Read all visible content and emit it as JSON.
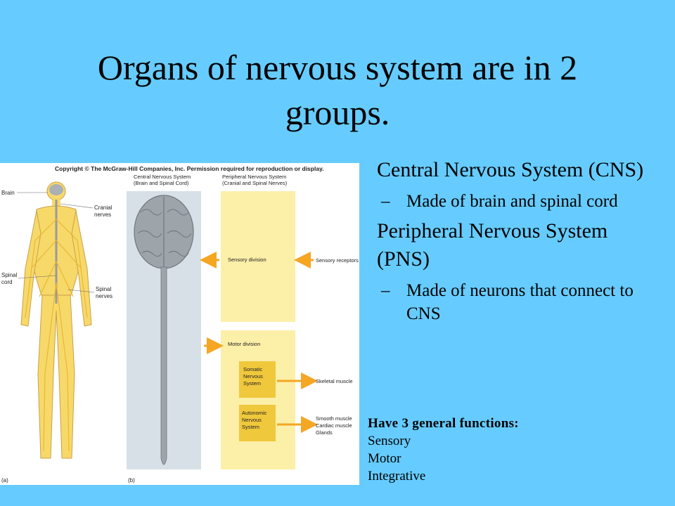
{
  "slide": {
    "title": "Organs of nervous system are in 2 groups.",
    "bullets": [
      {
        "text": "Central Nervous System (CNS)",
        "sub": "Made of brain and spinal cord"
      },
      {
        "text": "Peripheral Nervous System (PNS)",
        "sub": "Made of neurons that connect to CNS"
      }
    ],
    "sub_dash": "–",
    "functions": {
      "heading": "Have 3 general functions:",
      "items": [
        "Sensory",
        "Motor",
        "Integrative"
      ]
    }
  },
  "figure": {
    "copyright": "Copyright © The McGraw-Hill Companies, Inc. Permission required for reproduction or display.",
    "col_cns_line1": "Central Nervous System",
    "col_cns_line2": "(Brain and Spinal Cord)",
    "col_pns_line1": "Peripheral Nervous System",
    "col_pns_line2": "(Cranial and Spinal Nerves)",
    "labels": {
      "brain": "Brain",
      "cranial_1": "Cranial",
      "cranial_2": "nerves",
      "spinal_cord_1": "Spinal",
      "spinal_cord_2": "cord",
      "spinal_nerves_1": "Spinal",
      "spinal_nerves_2": "nerves",
      "sensory_division": "Sensory division",
      "sensory_receptors": "Sensory receptors",
      "motor_division": "Motor division",
      "somatic_1": "Somatic",
      "somatic_2": "Nervous",
      "somatic_3": "System",
      "autonomic_1": "Autonomic",
      "autonomic_2": "Nervous",
      "autonomic_3": "System",
      "skeletal_muscle": "Skeletal muscle",
      "smooth_muscle": "Smooth muscle",
      "cardiac_muscle": "Cardiac muscle",
      "glands": "Glands",
      "panel_a": "(a)",
      "panel_b": "(b)"
    },
    "colors": {
      "background": "#66ccff",
      "panel_yellow": "#fcefa8",
      "box_gold": "#f0c83c",
      "arrow_orange": "#f5a623",
      "body_yellow": "#f7d96a",
      "brain_gray": "#9ea5aa"
    }
  }
}
